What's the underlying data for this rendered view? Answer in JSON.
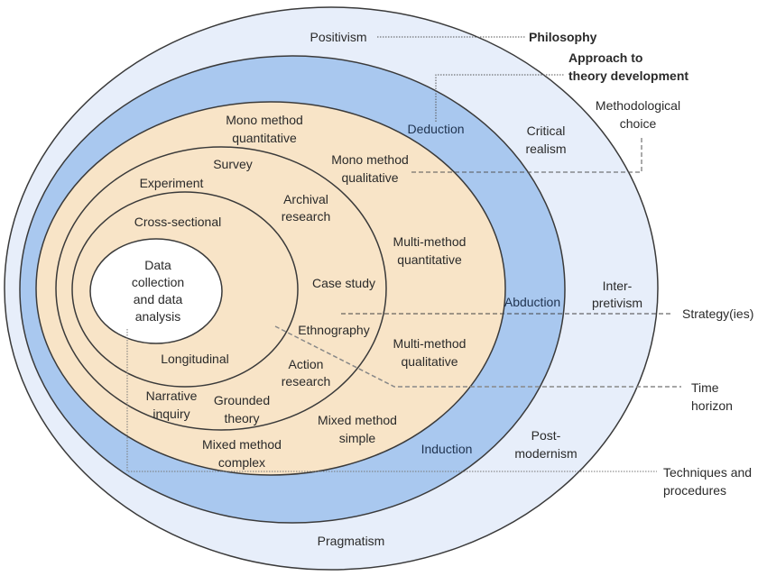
{
  "colors": {
    "philosophy_layer": "#e7eefa",
    "approach_layer": "#a9c8ef",
    "choice_layer": "#f8e4c7",
    "core": "#ffffff",
    "outline": "#3a3a3a"
  },
  "layers": {
    "philosophy": [
      "Positivism",
      "Critical realism",
      "Inter-pretivism",
      "Post-modernism",
      "Pragmatism"
    ],
    "approach": [
      "Deduction",
      "Abduction",
      "Induction"
    ],
    "choice": [
      "Mono method quantitative",
      "Mono method qualitative",
      "Multi-method quantitative",
      "Multi-method qualitative",
      "Mixed method simple",
      "Mixed method complex"
    ],
    "strategies": [
      "Survey",
      "Experiment",
      "Archival research",
      "Case study",
      "Ethnography",
      "Action research",
      "Grounded theory",
      "Narrative inquiry"
    ],
    "time_horizon": [
      "Cross-sectional",
      "Longitudinal"
    ],
    "core": "Data collection and data analysis"
  },
  "labels": {
    "philosophy": "Philosophy",
    "approach": "Approach to theory development",
    "choice": "Methodological choice",
    "strategy": "Strategy(ies)",
    "time": "Time horizon",
    "techniques": "Techniques and procedures"
  }
}
